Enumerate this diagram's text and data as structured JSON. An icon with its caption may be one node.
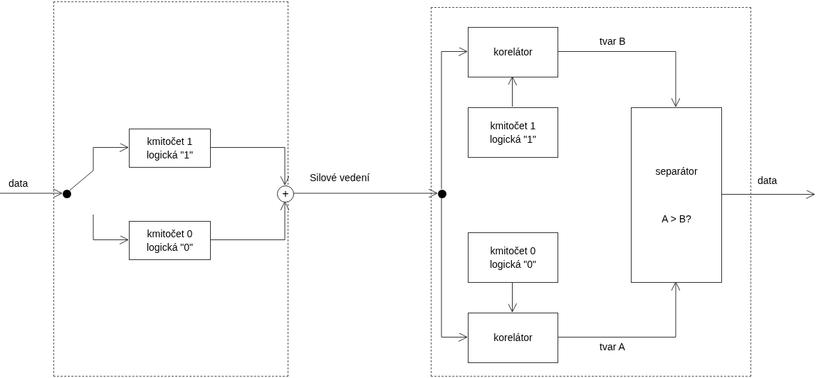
{
  "diagram": {
    "nodes": [
      {
        "text": [],
        "shape": "box"
      },
      {
        "text": [],
        "shape": "circle",
        "in": 0
      },
      {
        "text": [
          "kmitočet 1 logická \"1\""
        ],
        "in": 0
      },
      {
        "text": [
          "kmitočet 0 logická \"0\""
        ],
        "in": 0
      },
      {
        "text": [
          "+"
        ],
        "in": 0
      },
      {
        "text": [],
        "shape": "box"
      },
      {
        "text": [],
        "shape": "circle",
        "in": 5
      },
      {
        "text": [
          "korelátor"
        ],
        "in": 5
      },
      {
        "text": [
          "kmitočet 1 logická \"1\""
        ],
        "in": 5
      },
      {
        "text": [
          "kmitočet 0 logická \"0\""
        ],
        "in": 5
      },
      {
        "text": [
          "korelátor"
        ],
        "in": 5
      },
      {
        "text": [
          "separátor",
          "A > B?"
        ],
        "in": 5
      }
    ],
    "edges": [
      {
        "from": null,
        "to": 1,
        "arrow": "to",
        "label": "data"
      },
      {
        "from": 1,
        "to": 2,
        "arrow": "to"
      },
      {
        "from": 1,
        "to": 3,
        "arrow": "to"
      },
      {
        "from": 2,
        "to": 4,
        "arrow": "to"
      },
      {
        "from": 3,
        "to": 4,
        "arrow": "to"
      },
      {
        "from": 4,
        "to": 6,
        "arrow": "to",
        "label": "Silové vedení"
      },
      {
        "from": 6,
        "to": 7,
        "arrow": "to"
      },
      {
        "from": 6,
        "to": 10,
        "arrow": "to"
      },
      {
        "from": 8,
        "to": 7,
        "arrow": "to"
      },
      {
        "from": 9,
        "to": 10,
        "arrow": "to"
      },
      {
        "from": 7,
        "to": 11,
        "arrow": "to",
        "label": "tvar B"
      },
      {
        "from": 10,
        "to": 11,
        "arrow": "to",
        "label": "tvar A"
      },
      {
        "from": 11,
        "to": null,
        "arrow": "to",
        "label": "data"
      }
    ]
  }
}
